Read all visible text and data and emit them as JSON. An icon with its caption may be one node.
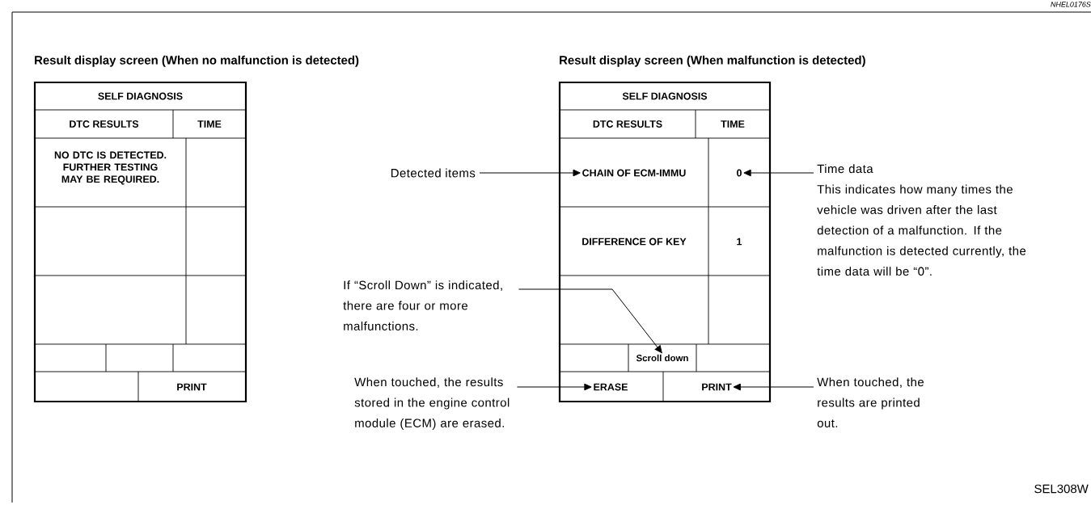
{
  "diagram": {
    "nodes": [
      {
        "text": [
          "Result display screen (When no malfunction is detected)"
        ]
      },
      {
        "text": [
          "SELF DIAGNOSIS"
        ],
        "in": 0
      },
      {
        "text": [
          "DTC RESULTS"
        ],
        "in": 0
      },
      {
        "text": [
          "TIME"
        ],
        "in": 0
      },
      {
        "text": [
          "NO DTC IS DETECTED. FURTHER TESTING MAY BE REQUIRED."
        ],
        "in": 0
      },
      {
        "text": [
          "PRINT"
        ],
        "in": 0
      },
      {
        "text": [
          "Result display screen (When malfunction is detected)"
        ]
      },
      {
        "text": [
          "SELF DIAGNOSIS"
        ],
        "in": 6
      },
      {
        "text": [
          "DTC RESULTS"
        ],
        "in": 6
      },
      {
        "text": [
          "TIME"
        ],
        "in": 6
      },
      {
        "text": [
          "CHAIN OF ECM-IMMU"
        ],
        "in": 6
      },
      {
        "text": [
          "0"
        ],
        "in": 6
      },
      {
        "text": [
          "DIFFERENCE OF KEY"
        ],
        "in": 6
      },
      {
        "text": [
          "1"
        ],
        "in": 6
      },
      {
        "text": [
          "Scroll down"
        ],
        "in": 6
      },
      {
        "text": [
          "ERASE"
        ],
        "in": 6
      },
      {
        "text": [
          "PRINT"
        ],
        "in": 6
      },
      {
        "text": [
          "Detected items"
        ]
      },
      {
        "text": [
          "If “Scroll Down” is indicated, there are four or more malfunctions."
        ]
      },
      {
        "text": [
          "When touched, the results stored in the engine control module (ECM) are erased."
        ]
      },
      {
        "text": [
          "Time data",
          "This indicates how many times the vehicle was driven after the last detection of a malfunction. If the malfunction is detected currently, the time data will be “0”."
        ]
      },
      {
        "text": [
          "When touched, the results are printed out."
        ]
      }
    ],
    "edges": [
      {
        "from": 17,
        "to": 10,
        "arrow": "to"
      },
      {
        "from": 20,
        "to": 11,
        "arrow": "to"
      },
      {
        "from": 18,
        "to": 14,
        "arrow": "to"
      },
      {
        "from": 19,
        "to": 15,
        "arrow": "to"
      },
      {
        "from": 21,
        "to": 16,
        "arrow": "to"
      }
    ],
    "labels": [
      "NHEL0176S",
      "SEL308W"
    ]
  }
}
